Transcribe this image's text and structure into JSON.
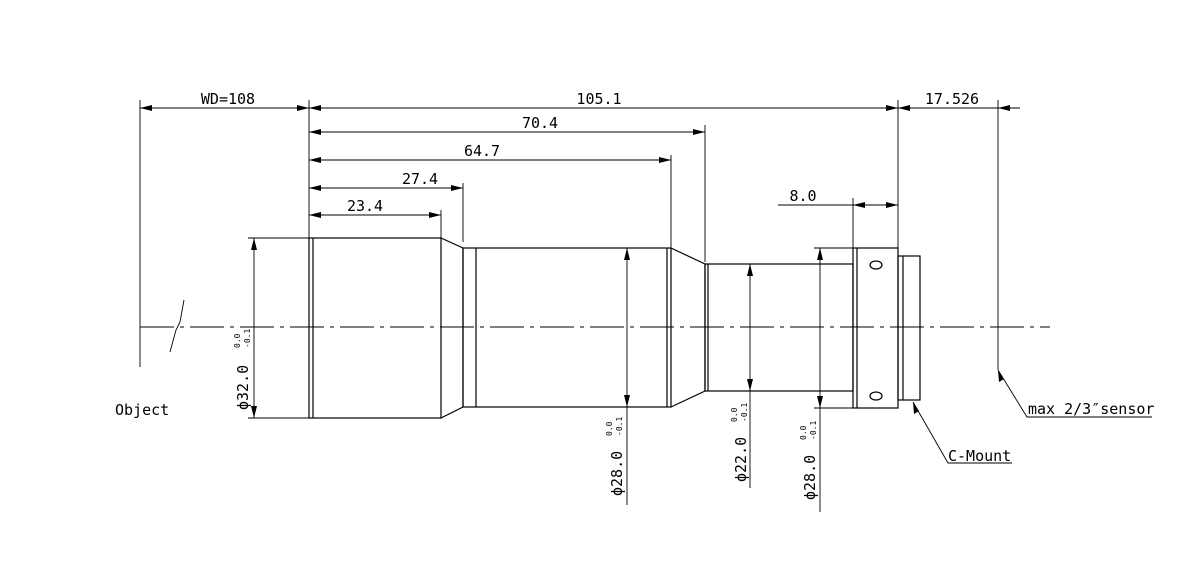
{
  "dimensions": {
    "working_distance": "WD=108",
    "total_length": "105.1",
    "back_focal": "17.526",
    "length_70_4": "70.4",
    "length_64_7": "64.7",
    "length_27_4": "27.4",
    "length_23_4": "23.4",
    "mount_length": "8.0"
  },
  "diameters": {
    "front": "ϕ32.0",
    "middle": "ϕ28.0",
    "narrow": "ϕ22.0",
    "mount_body": "ϕ28.0"
  },
  "tolerances": {
    "upper": "0.0",
    "lower": "-0.1"
  },
  "labels": {
    "object": "Object",
    "c_mount": "C-Mount",
    "sensor": "max 2/3″sensor"
  }
}
